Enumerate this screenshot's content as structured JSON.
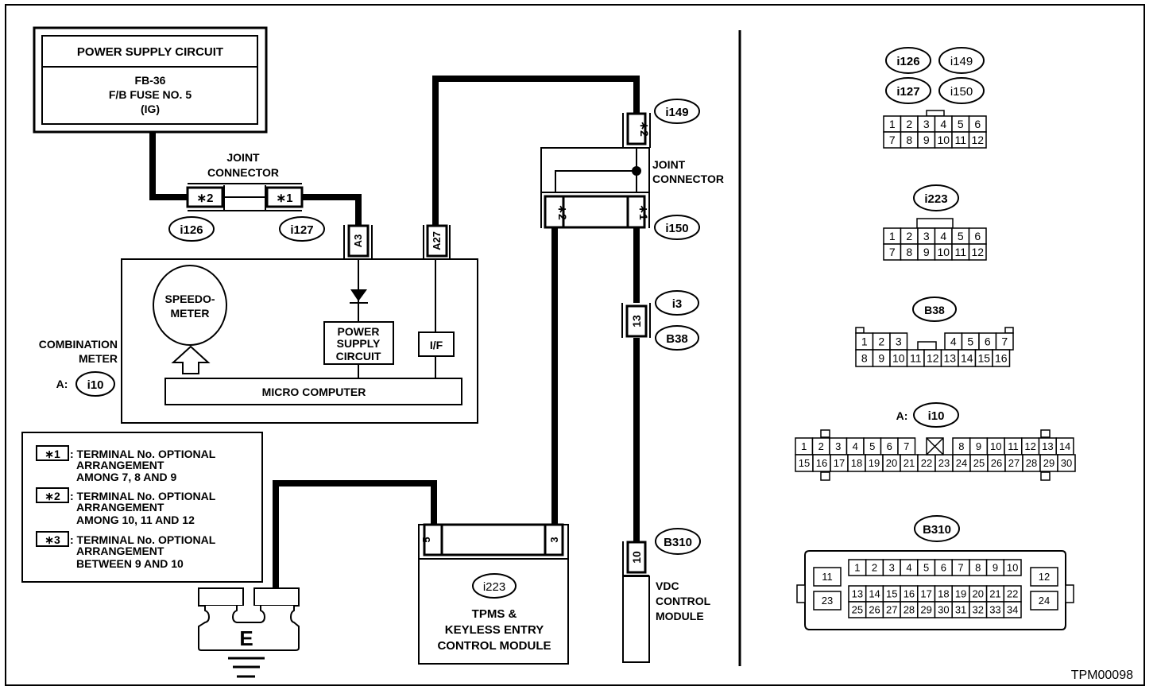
{
  "diagram_id": "TPM00098",
  "colors": {
    "line": "#000000",
    "background": "#ffffff"
  },
  "power_supply": {
    "title": "POWER SUPPLY CIRCUIT",
    "lines": [
      "FB-36",
      "F/B FUSE NO. 5",
      "(IG)"
    ]
  },
  "joint_connector_top": {
    "label_lines": [
      "JOINT",
      "CONNECTOR"
    ],
    "left_terminal": "∗2",
    "right_terminal": "∗1",
    "left_connector": "i126",
    "right_connector": "i127"
  },
  "joint_connector_right": {
    "label_lines": [
      "JOINT",
      "CONNECTOR"
    ],
    "top_terminal": "∗2",
    "top_connector": "i149",
    "left_terminal": "∗2",
    "right_terminal": "∗1",
    "bottom_connector": "i150"
  },
  "combination_meter": {
    "label_lines": [
      "COMBINATION",
      "METER"
    ],
    "connector_prefix": "A:",
    "connector": "i10",
    "terminal_a3": "A3",
    "terminal_a27": "A27",
    "speedometer_lines": [
      "SPEEDO-",
      "METER"
    ],
    "power_supply_lines": [
      "POWER",
      "SUPPLY",
      "CIRCUIT"
    ],
    "interface": "I/F",
    "micro_computer": "MICRO COMPUTER"
  },
  "legend": [
    {
      "key": "∗1",
      "lines": [
        ": TERMINAL No. OPTIONAL",
        "ARRANGEMENT",
        "AMONG 7, 8 AND 9"
      ]
    },
    {
      "key": "∗2",
      "lines": [
        ": TERMINAL No. OPTIONAL",
        "ARRANGEMENT",
        "AMONG 10, 11 AND 12"
      ]
    },
    {
      "key": "∗3",
      "lines": [
        ": TERMINAL No. OPTIONAL",
        "ARRANGEMENT",
        "BETWEEN 9 AND 10"
      ]
    }
  ],
  "ground": {
    "label": "E"
  },
  "tpms_module": {
    "connector": "i223",
    "terminal_left": "5",
    "terminal_right": "3",
    "label_lines": [
      "TPMS &",
      "KEYLESS ENTRY",
      "CONTROL MODULE"
    ]
  },
  "inline_connector": {
    "terminal": "13",
    "connector_top": "i3",
    "connector_bottom": "B38"
  },
  "vdc_module": {
    "connector": "B310",
    "terminal": "10",
    "label_lines": [
      "VDC",
      "CONTROL",
      "MODULE"
    ]
  },
  "connector_views": {
    "group1": {
      "labels": [
        "i126",
        "i149",
        "i127",
        "i150"
      ],
      "row1": [
        "1",
        "2",
        "3",
        "4",
        "5",
        "6"
      ],
      "row2": [
        "7",
        "8",
        "9",
        "10",
        "11",
        "12"
      ]
    },
    "i223": {
      "label": "i223",
      "row1": [
        "1",
        "2",
        "3",
        "4",
        "5",
        "6"
      ],
      "row2": [
        "7",
        "8",
        "9",
        "10",
        "11",
        "12"
      ]
    },
    "b38": {
      "label": "B38",
      "row1_left": [
        "1",
        "2",
        "3"
      ],
      "row1_right": [
        "4",
        "5",
        "6",
        "7"
      ],
      "row2": [
        "8",
        "9",
        "10",
        "11",
        "12",
        "13",
        "14",
        "15",
        "16"
      ]
    },
    "i10": {
      "prefix": "A:",
      "label": "i10",
      "row1_left": [
        "1",
        "2",
        "3",
        "4",
        "5",
        "6",
        "7"
      ],
      "row1_right": [
        "8",
        "9",
        "10",
        "11",
        "12",
        "13",
        "14"
      ],
      "row2": [
        "15",
        "16",
        "17",
        "18",
        "19",
        "20",
        "21",
        "22",
        "23",
        "24",
        "25",
        "26",
        "27",
        "28",
        "29",
        "30"
      ]
    },
    "b310": {
      "label": "B310",
      "side_left": [
        "11",
        "23"
      ],
      "side_right": [
        "12",
        "24"
      ],
      "row1": [
        "1",
        "2",
        "3",
        "4",
        "5",
        "6",
        "7",
        "8",
        "9",
        "10"
      ],
      "row2": [
        "13",
        "14",
        "15",
        "16",
        "17",
        "18",
        "19",
        "20",
        "21",
        "22"
      ],
      "row3": [
        "25",
        "26",
        "27",
        "28",
        "29",
        "30",
        "31",
        "32",
        "33",
        "34"
      ]
    }
  }
}
